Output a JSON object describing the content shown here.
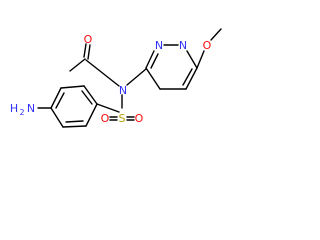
{
  "structure": {
    "atoms": {
      "oxygen_carbonyl": "O",
      "nitrogen_amide": "N",
      "nitrogen_ring_1": "N",
      "nitrogen_ring_2": "N",
      "oxygen_methoxy": "O",
      "amino_prefix": "H",
      "amino_subscript": "2",
      "amino_suffix": "N",
      "sulfur": "S",
      "oxygen_sulfonyl_left": "O",
      "oxygen_sulfonyl_right": "O"
    },
    "colors": {
      "bond": "#000000",
      "carbon_text": "#000000",
      "nitrogen": "#3333ff",
      "oxygen": "#ff0d0d",
      "sulfur": "#b8a200"
    }
  }
}
